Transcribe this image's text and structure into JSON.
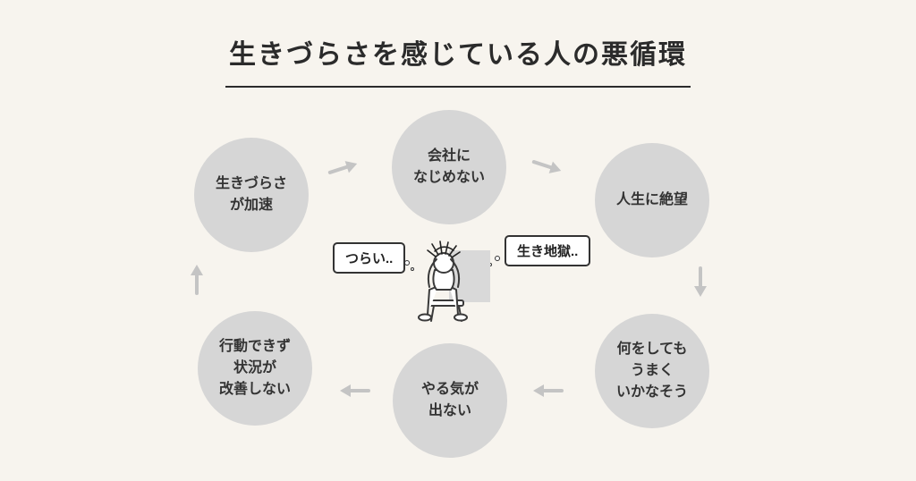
{
  "title": "生きづらさを感じている人の悪循環",
  "cycle": {
    "suffering_accelerates": "生きづらさ\nが加速",
    "company_misfit": "会社に\nなじめない",
    "life_despair": "人生に絶望",
    "nothing_works": "何をしても\nうまく\nいかなそう",
    "no_motivation": "やる気が\n出ない",
    "no_action": "行動できず\n状況が\n改善しない"
  },
  "speech_bubbles": {
    "left": "つらい..",
    "right": "生き地獄.."
  },
  "colors": {
    "background": "#f7f4ee",
    "circle_fill": "#d6d6d6",
    "arrow": "#c4c4c4",
    "text": "#333333",
    "bubble_border": "#333333"
  }
}
